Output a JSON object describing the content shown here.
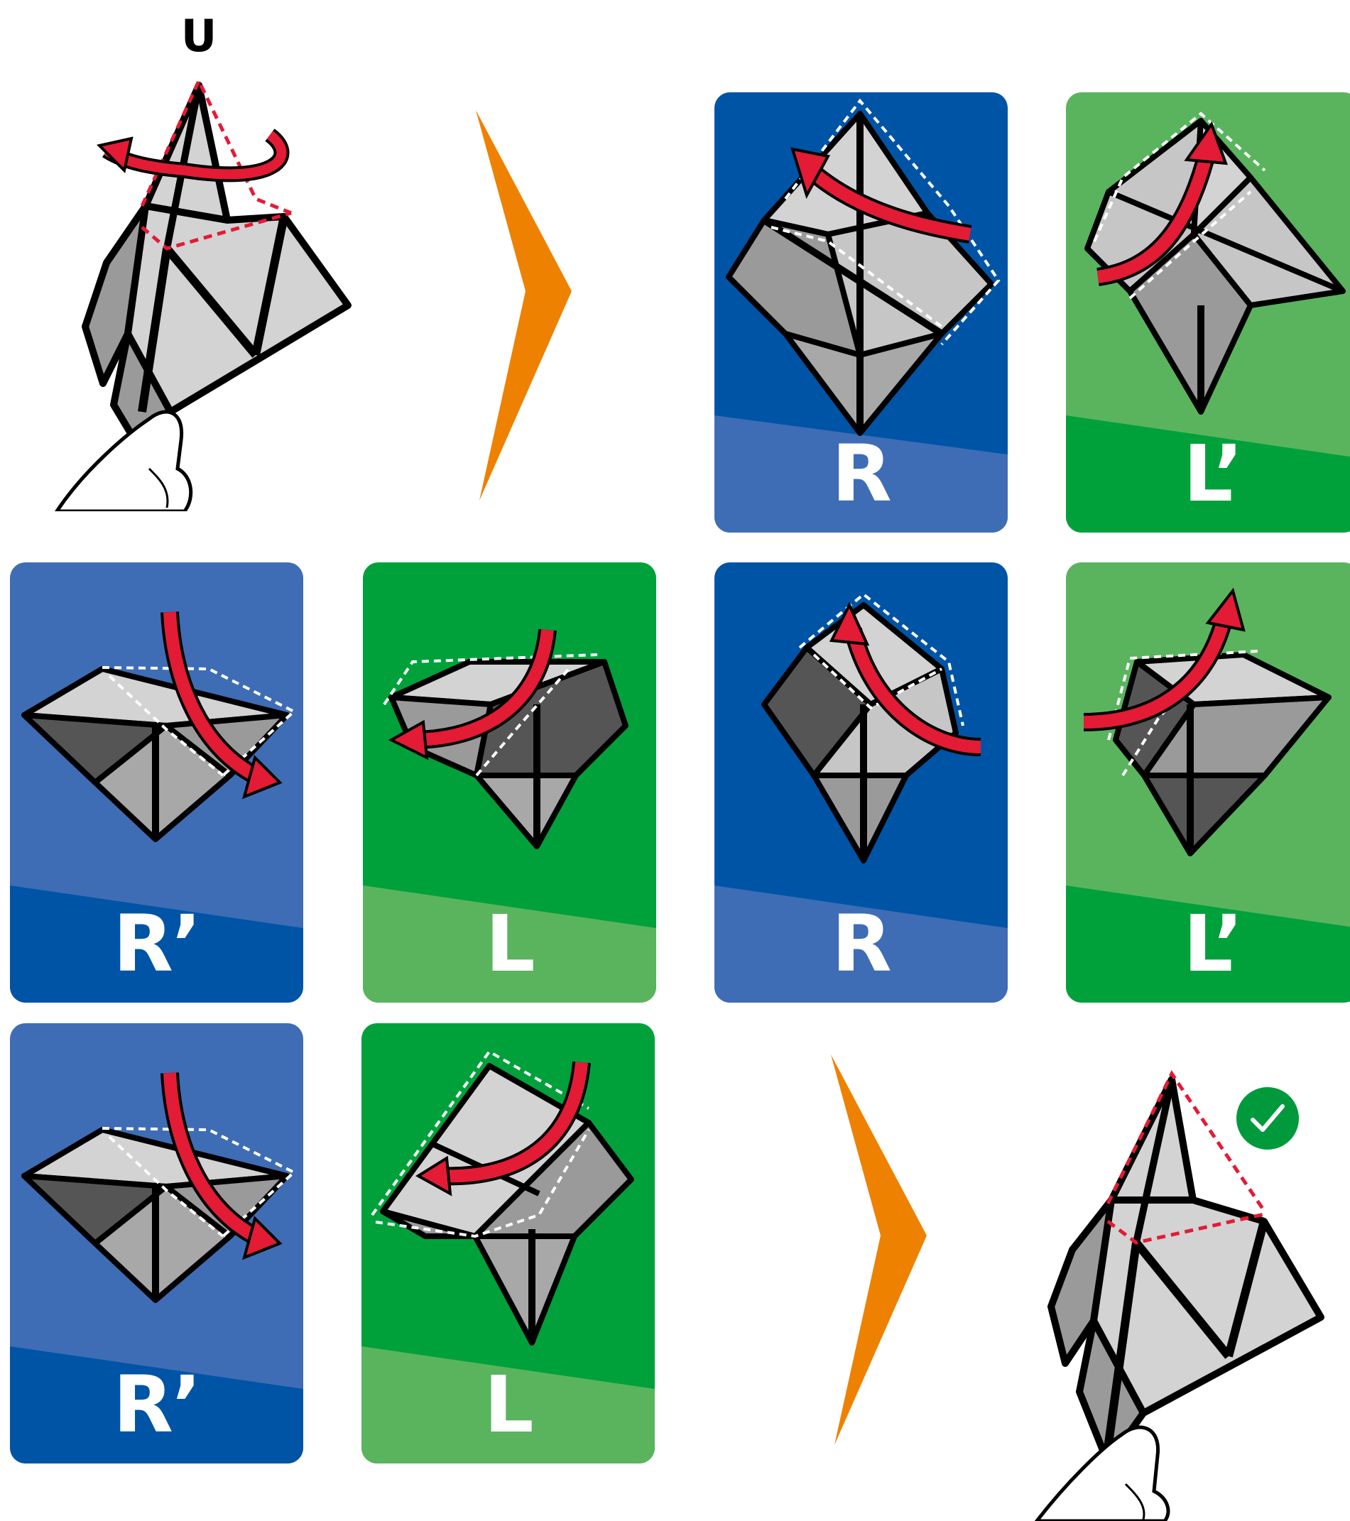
{
  "colors": {
    "blue_dark": "#0054a6",
    "blue_light": "#3e6db5",
    "green_dark": "#00a13b",
    "green_light": "#5ab45e",
    "arrow_orange": "#ee8100",
    "turn_red": "#e31b35",
    "check_green": "#009a3d"
  },
  "intro": {
    "move_label": "U"
  },
  "steps": [
    {
      "label": "R",
      "color": "blue",
      "arrow_icon": "curved-arrow-icon"
    },
    {
      "label": "L’",
      "color": "green",
      "arrow_icon": "curved-arrow-icon"
    },
    {
      "label": "R’",
      "color": "blue",
      "arrow_icon": "curved-arrow-icon"
    },
    {
      "label": "L",
      "color": "green",
      "arrow_icon": "curved-arrow-icon"
    },
    {
      "label": "R",
      "color": "blue",
      "arrow_icon": "curved-arrow-icon"
    },
    {
      "label": "L’",
      "color": "green",
      "arrow_icon": "curved-arrow-icon"
    },
    {
      "label": "R’",
      "color": "blue",
      "arrow_icon": "curved-arrow-icon"
    },
    {
      "label": "L",
      "color": "green",
      "arrow_icon": "curved-arrow-icon"
    }
  ],
  "result": {
    "icon": "checkmark-icon"
  }
}
